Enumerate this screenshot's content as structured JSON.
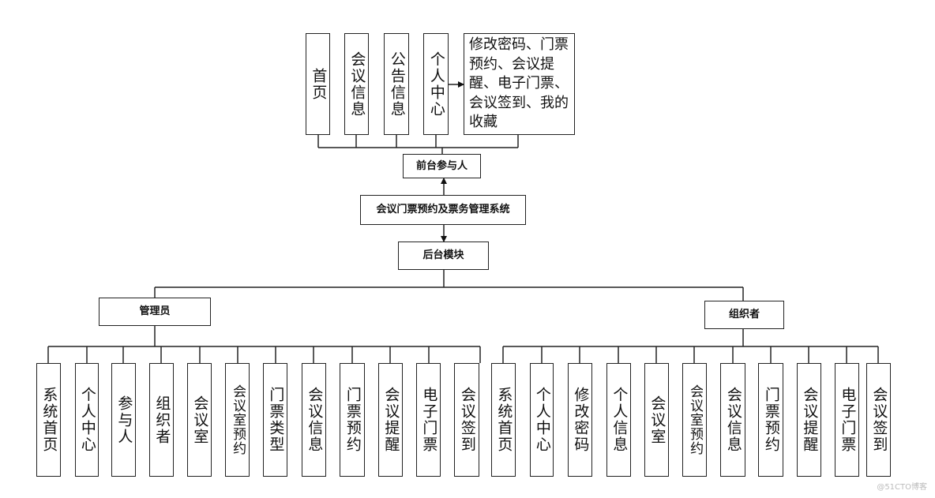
{
  "diagram": {
    "front_nodes": [
      "首页",
      "会议信息",
      "公告信息",
      "个人中心"
    ],
    "front_detail": "修改密码、门票预约、会议提醒、电子门票、会议签到、我的收藏",
    "front_root": "前台参与人",
    "system": "会议门票预约及票务管理系统",
    "backend": "后台模块",
    "admin": "管理员",
    "organizer": "组织者",
    "admin_modules": [
      "系统首页",
      "个人中心",
      "参与人",
      "组织者",
      "会议室",
      "会议室预约",
      "门票类型",
      "会议信息",
      "门票预约",
      "会议提醒",
      "电子门票",
      "会议签到"
    ],
    "organizer_modules": [
      "系统首页",
      "个人中心",
      "修改密码",
      "个人信息",
      "会议室",
      "会议室预约",
      "会议信息",
      "门票预约",
      "会议提醒",
      "电子门票",
      "会议签到"
    ]
  },
  "watermark": "@51CTO博客"
}
